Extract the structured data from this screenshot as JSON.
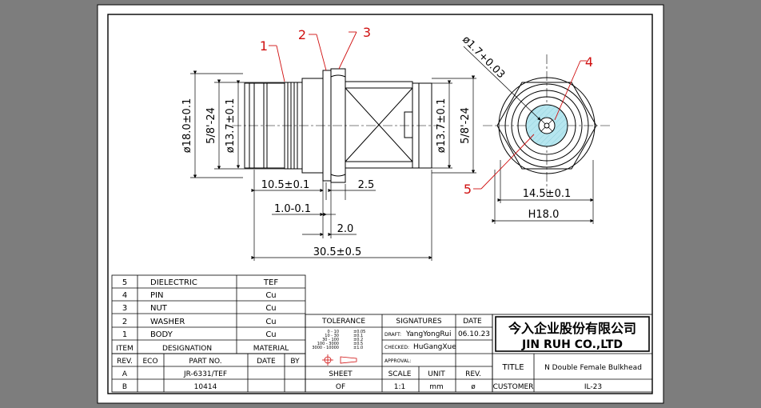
{
  "balloons": [
    "1",
    "2",
    "3",
    "4",
    "5"
  ],
  "dimensions": {
    "d18": "ø18.0±0.1",
    "thread_left": "5/8'-24",
    "d137_left": "ø13.7±0.1",
    "d137_right": "ø13.7±0.1",
    "thread_right": "5/8'-24",
    "len_105": "10.5±0.1",
    "len_25": "2.5",
    "len_10": "1.0-0.1",
    "len_20": "2.0",
    "len_305": "30.5±0.5",
    "hole_dia": "ø1.7+0.03",
    "flat_145": "14.5±0.1",
    "hex_18": "H18.0"
  },
  "bom": {
    "rows": [
      {
        "item": "5",
        "name": "DIELECTRIC",
        "material": "TEF"
      },
      {
        "item": "4",
        "name": "PIN",
        "material": "Cu"
      },
      {
        "item": "3",
        "name": "NUT",
        "material": "Cu"
      },
      {
        "item": "2",
        "name": "WASHER",
        "material": "Cu"
      },
      {
        "item": "1",
        "name": "BODY",
        "material": "Cu"
      }
    ],
    "header": {
      "item": "ITEM",
      "designation": "DESIGNATION",
      "material": "MATERIAL"
    }
  },
  "revisions": {
    "header": {
      "rev": "REV.",
      "eco": "ECO",
      "part": "PART NO.",
      "date": "DATE",
      "by": "BY"
    },
    "rows": [
      {
        "rev": "A",
        "part": "JR-6331/TEF"
      },
      {
        "rev": "B",
        "part": "10414"
      }
    ]
  },
  "tolerance": {
    "title": "TOLERANCE",
    "ranges": [
      "0 - 10",
      "10 - 30",
      "30 - 100",
      "100 - 3000",
      "3000 - 10000"
    ],
    "values": [
      "±0.05",
      "±0.1",
      "±0.2",
      "±0.5",
      "±1.0"
    ]
  },
  "signatures": {
    "title": "SIGNATURES",
    "date_label": "DATE",
    "draft_label": "DRAFT:",
    "draft": "YangYongRui",
    "date": "06.10.23",
    "checked_label": "CHECKED:",
    "checked": "HuGangXue",
    "approval_label": "APPROVAL:"
  },
  "sheet": {
    "sheet_label": "SHEET",
    "sheet_value": "OF",
    "scale_label": "SCALE",
    "scale_value": "1:1",
    "unit_label": "UNIT",
    "unit_value": "mm",
    "rev_label": "REV.",
    "rev_value": "ø"
  },
  "company": {
    "name_cn": "今入企业股份有限公司",
    "name_en": "JIN RUH CO.,LTD"
  },
  "title_block": {
    "title_label": "TITLE",
    "title_value": "N Double Female Bulkhead",
    "customer_label": "CUSTOMER",
    "customer_value": "IL-23"
  },
  "colors": {
    "background": "#7d7d7d",
    "paper": "#ffffff",
    "ink": "#000000",
    "leader": "#d01010",
    "dielectric": "#b6e6ef"
  }
}
